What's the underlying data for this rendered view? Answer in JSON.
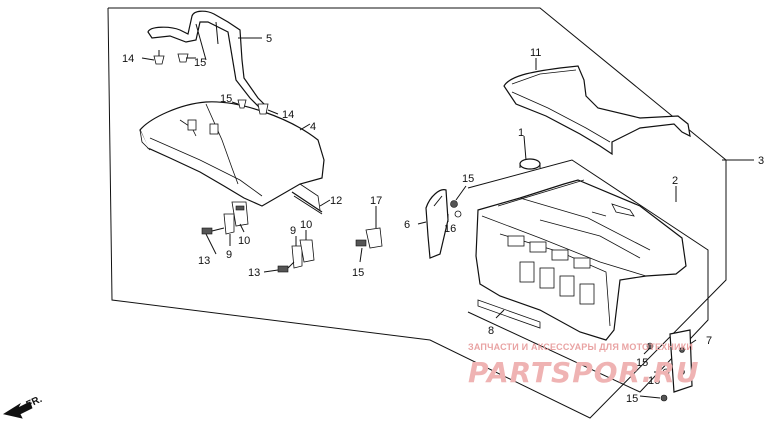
{
  "diagram": {
    "callouts": [
      {
        "id": "c14a",
        "text": "14"
      },
      {
        "id": "c15a",
        "text": "15"
      },
      {
        "id": "c5",
        "text": "5"
      },
      {
        "id": "c15b",
        "text": "15"
      },
      {
        "id": "c14b",
        "text": "14"
      },
      {
        "id": "c4",
        "text": "4"
      },
      {
        "id": "c12",
        "text": "12"
      },
      {
        "id": "c10a",
        "text": "10"
      },
      {
        "id": "c9a",
        "text": "9"
      },
      {
        "id": "c13a",
        "text": "13"
      },
      {
        "id": "c9b",
        "text": "9"
      },
      {
        "id": "c10b",
        "text": "10"
      },
      {
        "id": "c13b",
        "text": "13"
      },
      {
        "id": "c17",
        "text": "17"
      },
      {
        "id": "c15c",
        "text": "15"
      },
      {
        "id": "c11",
        "text": "11"
      },
      {
        "id": "c1",
        "text": "1"
      },
      {
        "id": "c2",
        "text": "2"
      },
      {
        "id": "c3",
        "text": "3"
      },
      {
        "id": "c15d",
        "text": "15"
      },
      {
        "id": "c16a",
        "text": "16"
      },
      {
        "id": "c6",
        "text": "6"
      },
      {
        "id": "c8",
        "text": "8"
      },
      {
        "id": "c7",
        "text": "7"
      },
      {
        "id": "c15e",
        "text": "15"
      },
      {
        "id": "c16b",
        "text": "16"
      },
      {
        "id": "c15f",
        "text": "15"
      }
    ],
    "direction_label": "FR.",
    "watermark_small": "ЗАПЧАСТИ И АКСЕССУАРЫ ДЛЯ МОТОТЕХНИКИ",
    "watermark_big": "PARTSPOR.RU"
  },
  "colors": {
    "line": "#111111",
    "watermark": "#e9a3a3",
    "background": "#ffffff"
  }
}
